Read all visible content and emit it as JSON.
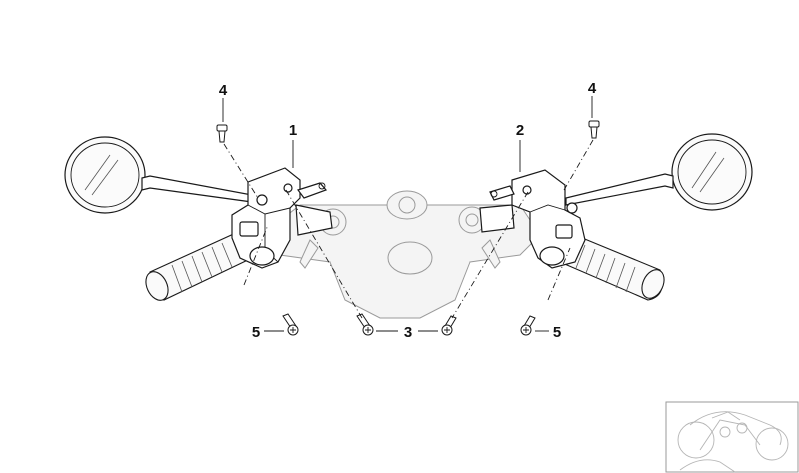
{
  "diagram": {
    "callouts": [
      {
        "id": "c1",
        "label": "1"
      },
      {
        "id": "c2",
        "label": "2"
      },
      {
        "id": "c3",
        "label": "3"
      },
      {
        "id": "c4a",
        "label": "4"
      },
      {
        "id": "c4b",
        "label": "4"
      },
      {
        "id": "c5a",
        "label": "5"
      },
      {
        "id": "c5b",
        "label": "5"
      }
    ]
  },
  "colors": {
    "line": "#1a1a1a",
    "ghost": "#9a9a9a",
    "background": "#ffffff"
  }
}
